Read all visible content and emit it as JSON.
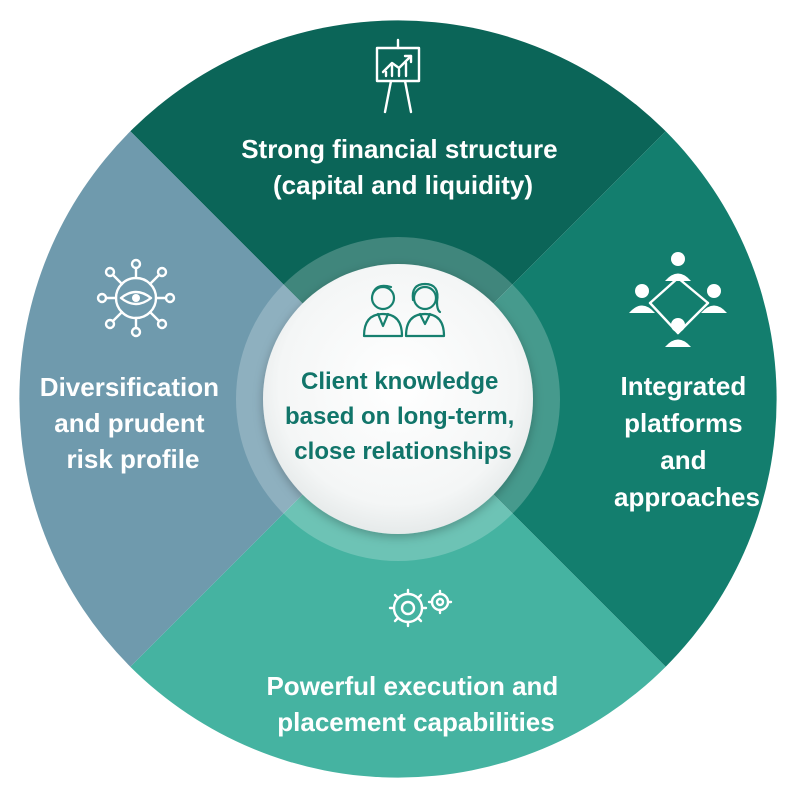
{
  "segments": {
    "top": {
      "label_lines": [
        "Strong financial structure",
        "(capital and liquidity)"
      ],
      "color": "#0b6558",
      "icon": "presentation-chart-icon"
    },
    "right": {
      "label_lines": [
        "Integrated",
        "platforms",
        "and",
        "approaches"
      ],
      "color": "#137e6e",
      "icon": "network-people-icon"
    },
    "bottom": {
      "label_lines": [
        "Powerful execution and",
        "placement capabilities"
      ],
      "color": "#45b3a1",
      "icon": "gears-icon"
    },
    "left": {
      "label_lines": [
        "Diversification",
        "and prudent",
        "risk profile"
      ],
      "color": "#6f9aad",
      "icon": "eye-network-icon"
    }
  },
  "center": {
    "label_lines": [
      "Client knowledge",
      "based on long-term,",
      "close relationships"
    ],
    "color": "#11756a",
    "icon": "client-people-icon"
  }
}
